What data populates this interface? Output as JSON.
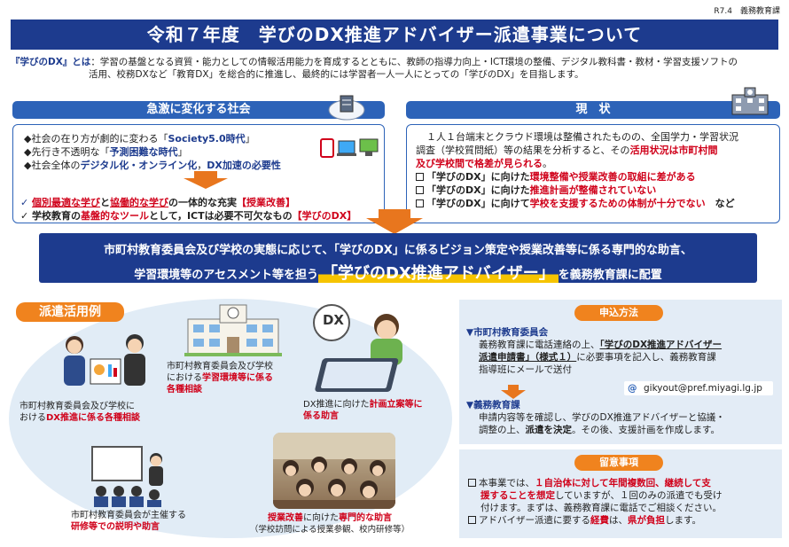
{
  "header": {
    "tag": "R7.4　義務教育課",
    "title": "令和７年度　学びのDX推進アドバイザー派遣事業について"
  },
  "intro": {
    "key": "『学びのDX』とは",
    "line1": "：学習の基盤となる資質・能力としての情報活用能力を育成するとともに、教師の指導力向上・ICT環境の整備、デジタル教科書・教材・学習支援ソフトの",
    "line2": "活用、校務DXなど「教育DX」を総合的に推進し、最終的には学習者一人一人にとっての「学びのDX」を目指します。"
  },
  "left_section": {
    "title": "急激に変化する社会",
    "b1a": "◆社会の在り方が劇的に変わる「",
    "b1b": "Society5.0時代",
    "b1c": "」",
    "b2a": "◆先行き不透明な「",
    "b2b": "予測困難な時代",
    "b2c": "」",
    "b3a": "◆社会全体の",
    "b3b": "デジタル化・オンライン化",
    "b3c": "，",
    "b3d": "DX加速の必要性",
    "c1a": "✓ ",
    "c1b": "個別最適な学び",
    "c1c": "と",
    "c1d": "協働的な学び",
    "c1e": "の一体的な充実",
    "c1f": "【授業改善】",
    "c2a": "✓ 学校教育の",
    "c2b": "基盤的なツール",
    "c2c": "として，ICTは必要不可欠なもの",
    "c2d": "【学びのDX】"
  },
  "right_section": {
    "title": "現　状",
    "p1": "１人１台端末とクラウド環境は整備されたものの、全国学力・学習状況",
    "p2": "調査（学校質問紙）等の結果を分析すると、その",
    "p2r": "活用状況は市町村間",
    "p3r": "及び学校間で格差が見られる",
    "p3e": "。",
    "i1a": "「学びのDX」に向けた",
    "i1b": "環境整備や授業改善の取組に差がある",
    "i2a": "「学びのDX」に向けた",
    "i2b": "推進計画が整備されていない",
    "i3a": "「学びのDX」に向けて",
    "i3b": "学校を支援するための体制が十分でない",
    "i3c": "　など"
  },
  "banner": {
    "line1": "市町村教育委員会及び学校の実態に応じて、「学びのDX」に係るビジョン策定や授業改善等に係る専門的な助言、",
    "line2a": "学習環境等のアセスメント等を担う",
    "line2b": "「学びのDX推進アドバイザー」",
    "line2c": "を義務教育課に配置"
  },
  "examples": {
    "tag": "派遣活用例",
    "ex1a": "市町村教育委員会及び学校に",
    "ex1b": "おける",
    "ex1c": "DX推進に係る各種相談",
    "ex2a": "市町村教育委員会及び学校",
    "ex2b": "における",
    "ex2c": "学習環境等に係る",
    "ex2d": "各種相談",
    "ex3a": "DX推進に向けた",
    "ex3b": "計画立案等に",
    "ex3c": "係る助言",
    "ex4a": "市町村教育委員会が主催する",
    "ex4b": "研修等での説明や助言",
    "ex5a": "授業改善",
    "ex5b": "に向けた",
    "ex5c": "専門的な助言",
    "ex5d": "（学校訪問による授業参観、校内研修等）",
    "dx_badge": "DX"
  },
  "apply": {
    "title": "申込方法",
    "h1": "▼市町村教育委員会",
    "t1": "義務教育課に電話連絡の上、",
    "t1b": "「学びのDX推進アドバイザー",
    "t2b": "派遣申請書」（様式１）",
    "t2": "に必要事項を記入し、義務教育課",
    "t3": "指導班にメールで送付",
    "email": "gikyout@pref.miyagi.lg.jp",
    "h2": "▼義務教育課",
    "t4": "申請内容等を確認し、学びのDX推進アドバイザーと協議・",
    "t5a": "調整の上、",
    "t5b": "派遣を決定",
    "t5c": "。その後、支援計画を作成します。"
  },
  "notes": {
    "title": "留意事項",
    "n1a": "本事業では、",
    "n1b": "１自治体に対して年間複数回、継続して支",
    "n2b": "援することを想定",
    "n2a": "していますが、１回のみの派遣でも受け",
    "n3": "付けます。まずは、義務教育課に電話でご相談ください。",
    "n4a": "アドバイザー派遣に要する",
    "n4b": "経費",
    "n4c": "は、",
    "n4d": "県が負担",
    "n4e": "します。"
  }
}
